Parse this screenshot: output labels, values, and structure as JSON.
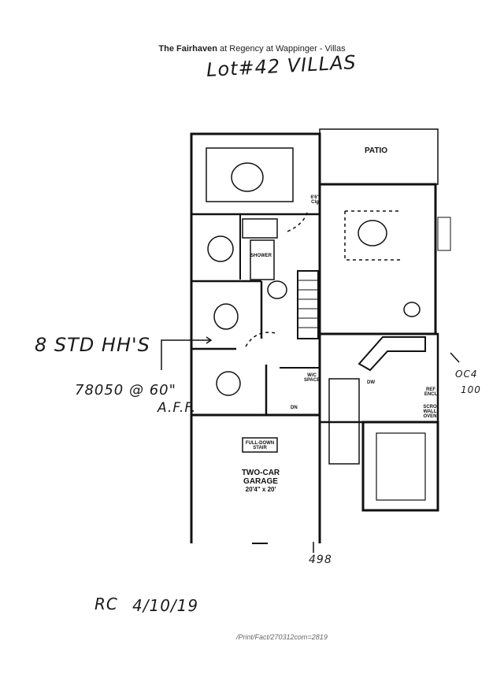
{
  "header": {
    "title_bold": "The Fairhaven",
    "title_rest": " at Regency at Wappinger - Villas"
  },
  "handwritten": {
    "lot": "Lot#42 VILLAS",
    "std": "8 STD HH'S",
    "height": "78050 @ 60\"",
    "aff": "A.F.F.",
    "circuit": "498",
    "initials": "RC",
    "date": "4/10/19",
    "right_top": "OC4",
    "right_bottom": "100"
  },
  "rooms": {
    "patio": "PATIO",
    "shower": "SHOWER",
    "closet": "6'6\" Clg",
    "wic": "W/C SPACE",
    "dw": "DW",
    "ref": "REF ENCL",
    "oven": "SCRO WALL OVEN",
    "stair": "FULL-DOWN STAIR",
    "garage_line1": "TWO-CAR",
    "garage_line2": "GARAGE",
    "garage_dim": "20'4\" x 20'",
    "dn": "DN"
  },
  "footer": {
    "url": "/Print/Fact/270312com=2819"
  }
}
